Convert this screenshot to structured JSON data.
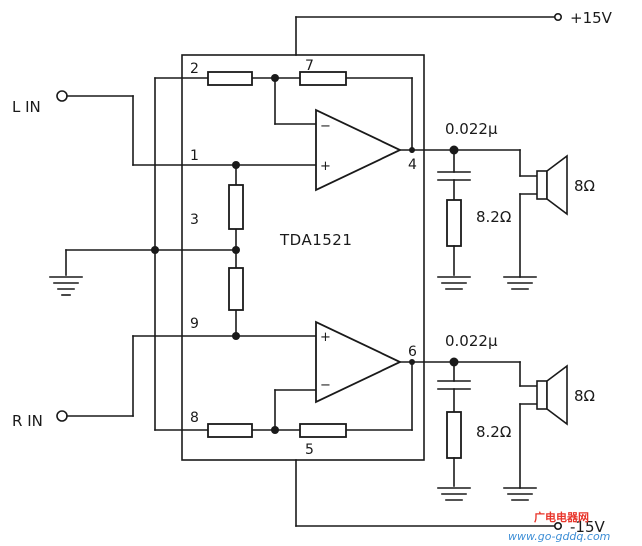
{
  "supply": {
    "positive": "+15V",
    "negative": "-15V"
  },
  "inputs": {
    "left": "L IN",
    "right": "R IN"
  },
  "ic": {
    "name": "TDA1521"
  },
  "pins": {
    "p1": "1",
    "p2": "2",
    "p3": "3",
    "p4": "4",
    "p5": "5",
    "p6": "6",
    "p7": "7",
    "p8": "8",
    "p9": "9"
  },
  "opamp_signs": {
    "minus": "−",
    "plus": "+"
  },
  "components": {
    "cap_upper": "0.022μ",
    "cap_lower": "0.022μ",
    "res_upper": "8.2Ω",
    "res_lower": "8.2Ω",
    "speaker_upper": "8Ω",
    "speaker_lower": "8Ω"
  },
  "watermark": {
    "cn": "广电电器网",
    "url": "www.go-gddq.com"
  }
}
